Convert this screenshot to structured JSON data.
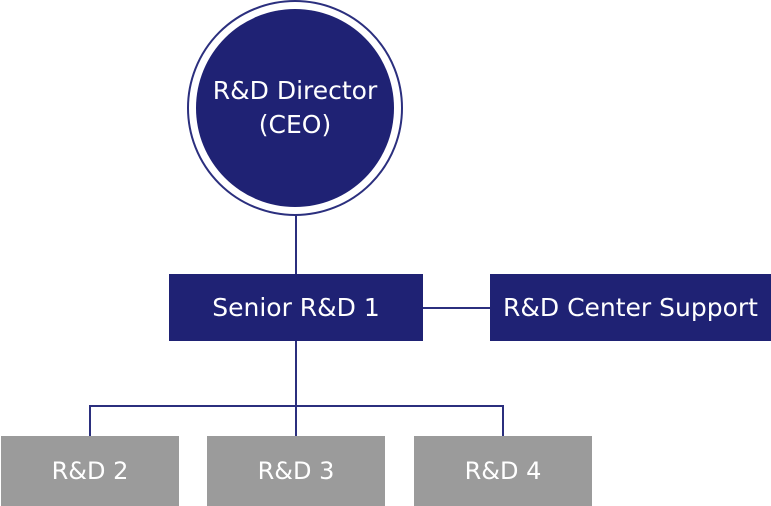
{
  "director": {
    "line1": "R&D Director",
    "line2": "(CEO)"
  },
  "senior": {
    "label": "Senior R&D 1"
  },
  "support": {
    "label": "R&D Center Support"
  },
  "teams": [
    {
      "label": "R&D 2"
    },
    {
      "label": "R&D 3"
    },
    {
      "label": "R&D 4"
    }
  ],
  "colors": {
    "navy": "#1f2274",
    "line": "#2b2f7e",
    "grey": "#9b9b9b"
  }
}
